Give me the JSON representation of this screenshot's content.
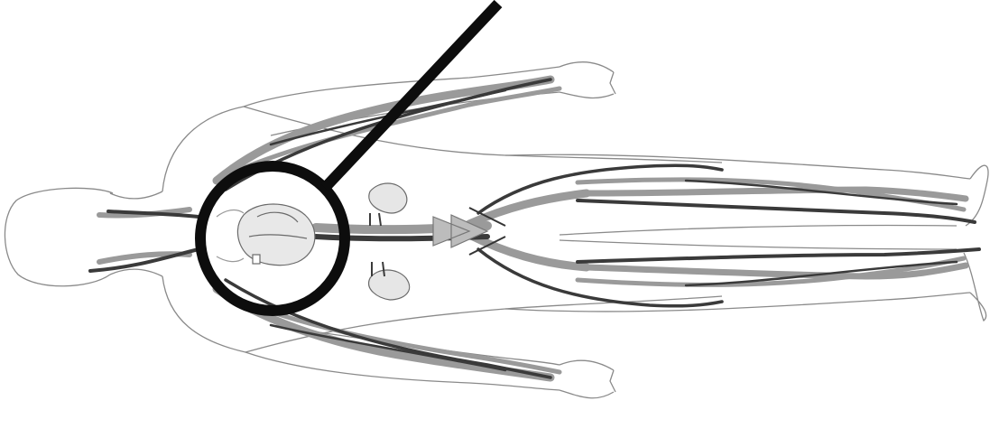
{
  "figure": {
    "subject": "human-circulatory-system",
    "orientation": "horizontal-head-left",
    "colors": {
      "background": "#ffffff",
      "outline": "#8a8a8a",
      "artery": "#9a9a9a",
      "vein": "#3a3a3a",
      "organ": "#bcbcbc",
      "magnifier": "#0d0d0d"
    },
    "callout": {
      "type": "magnifier-circle",
      "focus": "heart"
    }
  }
}
